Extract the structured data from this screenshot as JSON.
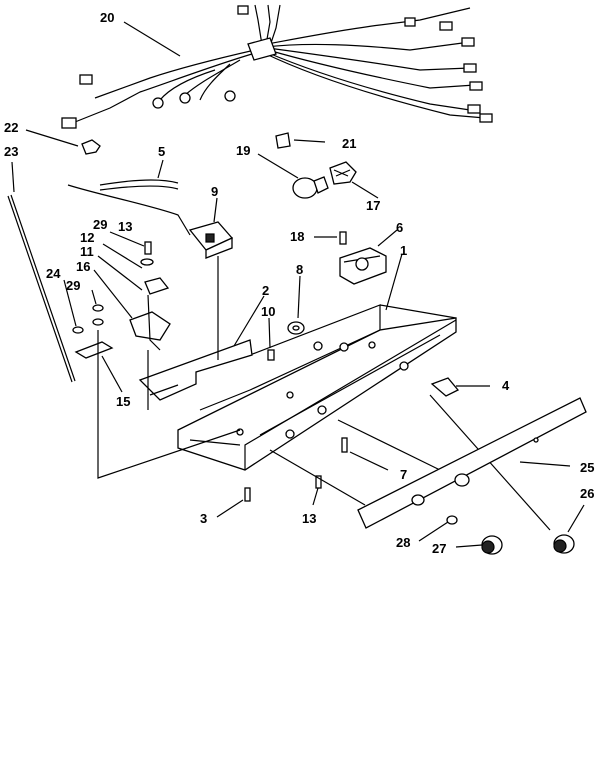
{
  "callouts": {
    "c1": "1",
    "c2": "2",
    "c3": "3",
    "c4": "4",
    "c5": "5",
    "c6": "6",
    "c7": "7",
    "c8": "8",
    "c9": "9",
    "c10": "10",
    "c11": "11",
    "c12": "12",
    "c13a": "13",
    "c13b": "13",
    "c15": "15",
    "c16": "16",
    "c17": "17",
    "c18": "18",
    "c19": "19",
    "c20": "20",
    "c21": "21",
    "c22": "22",
    "c23": "23",
    "c24": "24",
    "c25": "25",
    "c26": "26",
    "c27": "27",
    "c28": "28",
    "c29a": "29",
    "c29b": "29"
  }
}
